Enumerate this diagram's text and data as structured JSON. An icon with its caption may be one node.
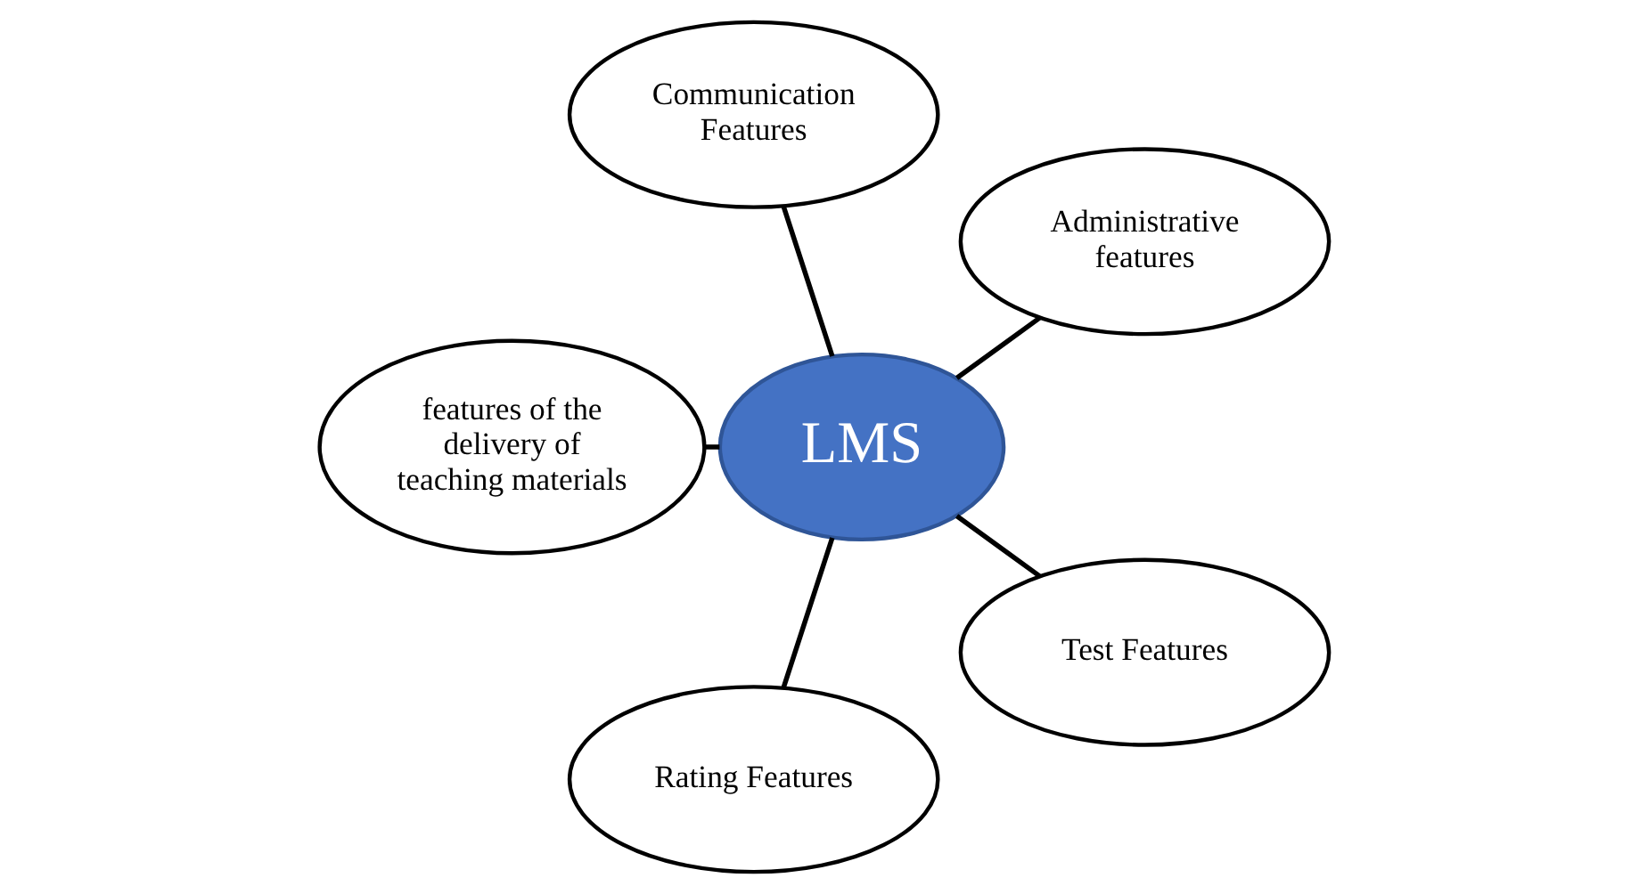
{
  "diagram": {
    "nodes": [
      {
        "text": [
          "Administrative features"
        ]
      },
      {
        "text": [
          "Communication Features"
        ]
      },
      {
        "text": [
          "LMS"
        ]
      },
      {
        "text": [
          "features of the delivery of teaching materials"
        ]
      },
      {
        "text": [
          "Rating Features"
        ]
      },
      {
        "text": [
          "Test Features"
        ]
      }
    ],
    "edges": [
      {
        "from": 2,
        "to": 0,
        "arrow": "none"
      },
      {
        "from": 2,
        "to": 1,
        "arrow": "none"
      },
      {
        "from": 2,
        "to": 3,
        "arrow": "none"
      },
      {
        "from": 2,
        "to": 4,
        "arrow": "none"
      },
      {
        "from": 2,
        "to": 5,
        "arrow": "none"
      }
    ]
  }
}
